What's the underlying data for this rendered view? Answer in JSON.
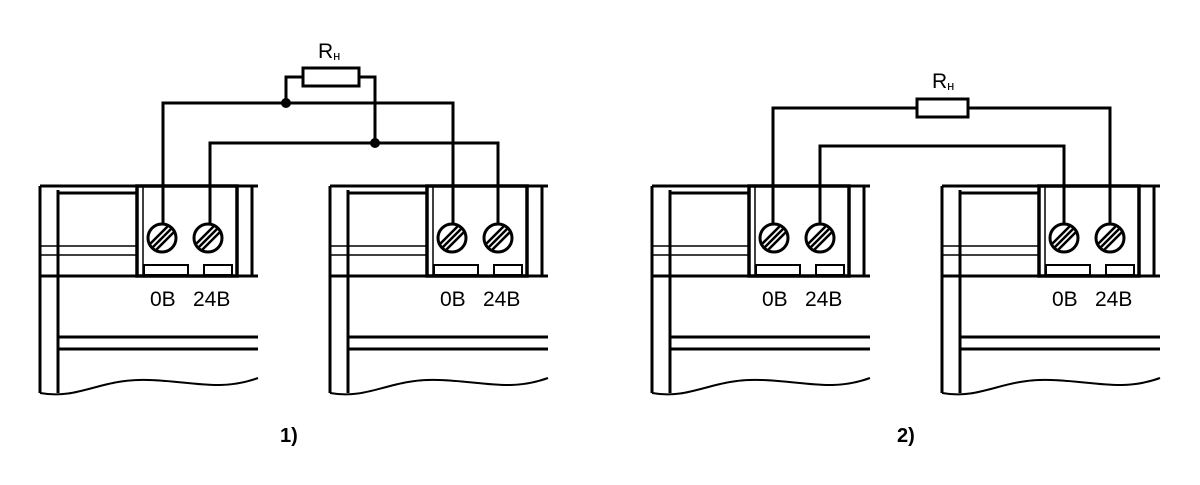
{
  "diagrams": [
    {
      "caption": "1)",
      "resistor": {
        "letter": "R",
        "subscript": "н"
      },
      "modules": [
        {
          "terminal_labels": [
            "0В",
            "24В"
          ]
        },
        {
          "terminal_labels": [
            "0В",
            "24В"
          ]
        }
      ]
    },
    {
      "caption": "2)",
      "resistor": {
        "letter": "R",
        "subscript": "н"
      },
      "modules": [
        {
          "terminal_labels": [
            "0В",
            "24В"
          ]
        },
        {
          "terminal_labels": [
            "0В",
            "24В"
          ]
        }
      ]
    }
  ]
}
